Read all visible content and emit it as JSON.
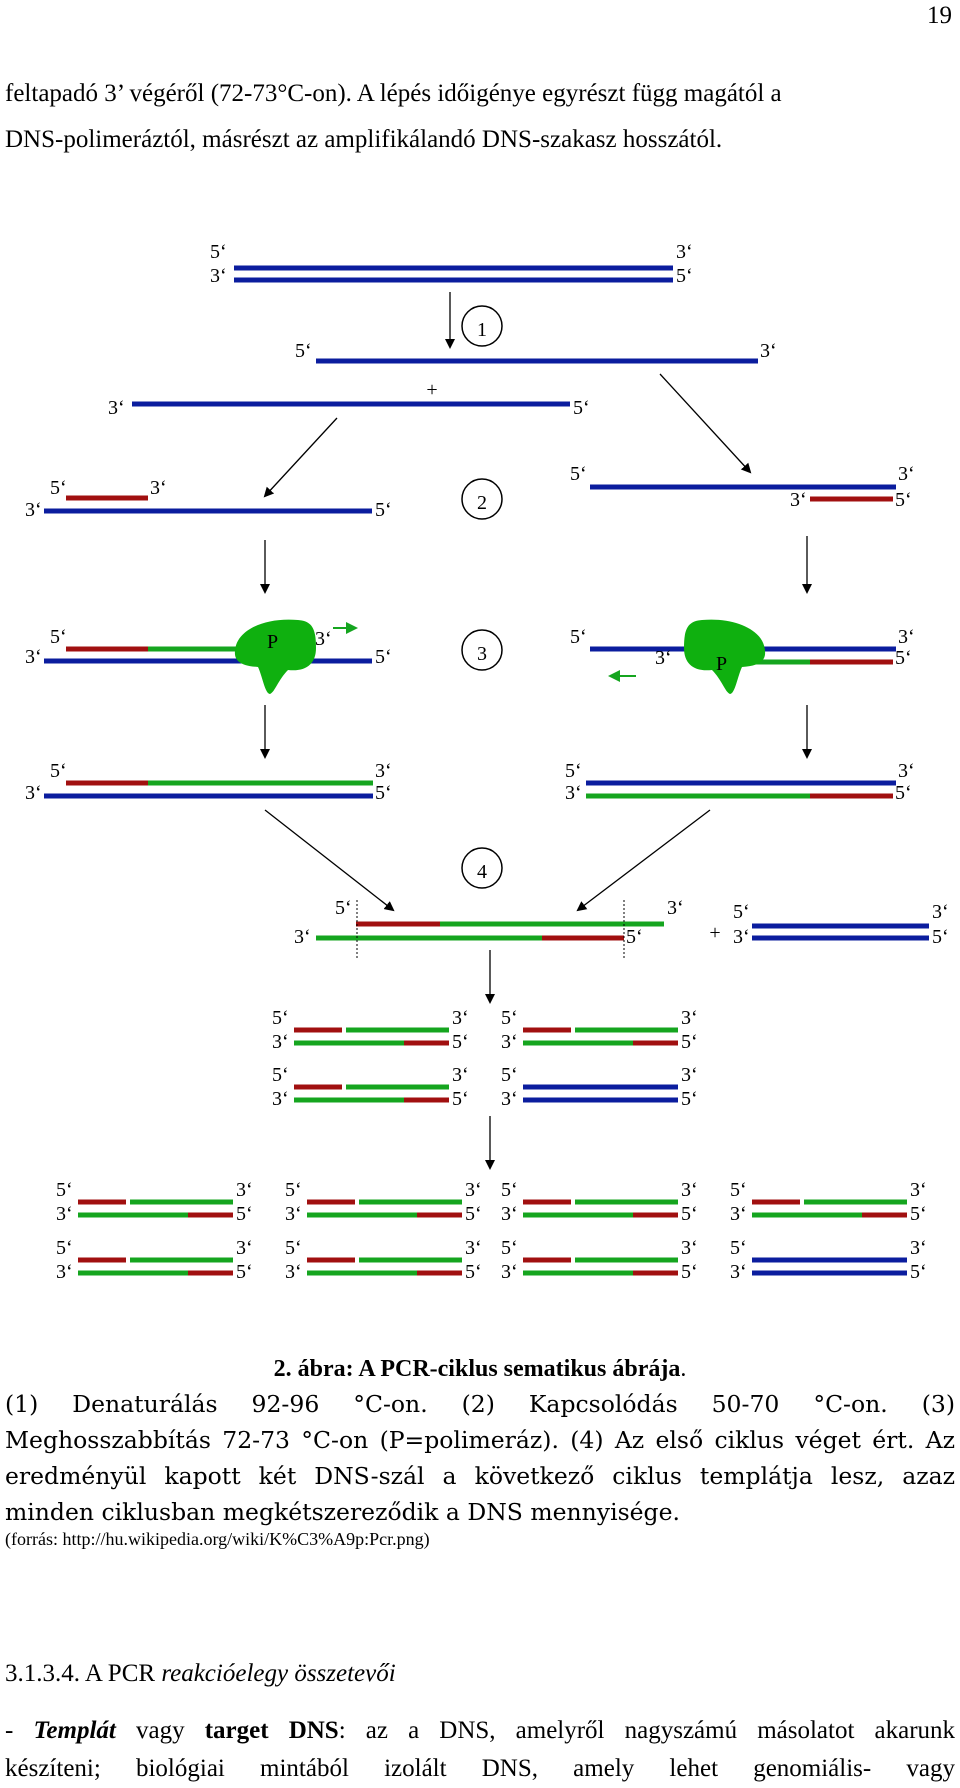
{
  "page_number": "19",
  "intro": {
    "line1": "feltapadó 3’ végéről (72-73°C-on). A lépés időigénye egyrészt függ magától a",
    "line2": "DNS-polimeráztól, másrészt az amplifikálandó DNS-szakasz hosszától."
  },
  "figure": {
    "step_labels": [
      "1",
      "2",
      "3",
      "4"
    ],
    "end5": "5‘",
    "end3": "3‘",
    "plus": "+",
    "polymerase": "P",
    "colors": {
      "template": "#0b1d9e",
      "primer": "#a11010",
      "new_strand": "#15a51f",
      "polymerase": "#0fb00f"
    }
  },
  "caption": {
    "title_num": "2. ábra",
    "title_rest": ": A PCR-ciklus sematikus ábrája",
    "title_end": ".",
    "line1": "(1) Denaturálás 92-96 °C-on. (2) Kapcsolódás 50-70 °C-on. (3)",
    "line2": "Meghosszabbítás 72-73 °C-on (P=polimeráz). (4) Az első ciklus véget ért. Az",
    "line3": "eredményül kapott két DNS-szál a következő ciklus templátja lesz, azaz",
    "line4": "minden ciklusban megkétszereződik a DNS mennyisége.",
    "source": "(forrás: http://hu.wikipedia.org/wiki/K%C3%A9p:Pcr.png)"
  },
  "section": {
    "number": "3.1.3.4.",
    "prefix": "A PCR",
    "title_italic": "reakcióelegy összetevői"
  },
  "paragraph": {
    "dash": "-",
    "term1": "Templát",
    "or": "vagy",
    "term2": "target DNS",
    "rest1": ": az a DNS, amelyről nagyszámú másolatot akarunk",
    "line2": "készíteni; biológiai mintából izolált DNS, amely lehet genomiális- vagy"
  }
}
